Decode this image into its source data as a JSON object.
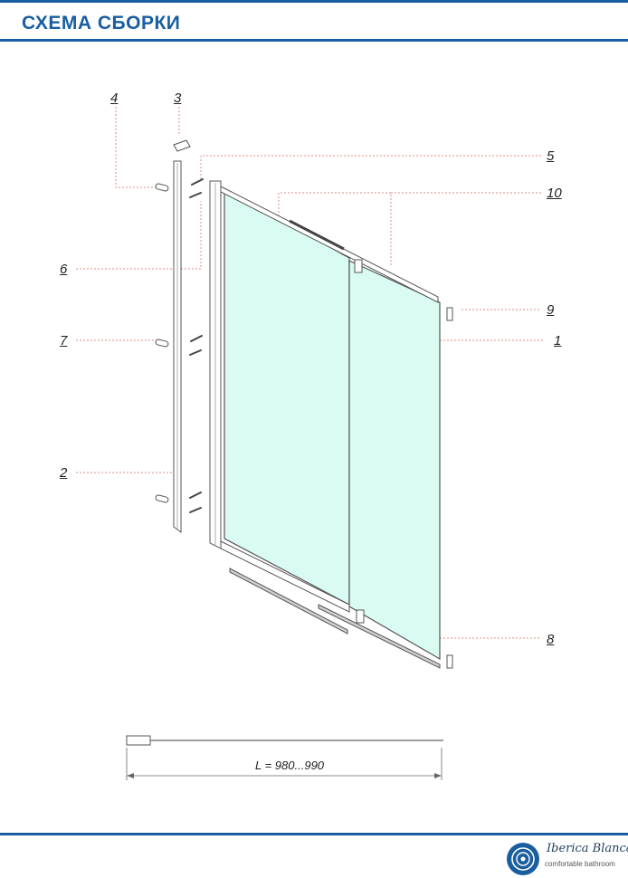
{
  "header": {
    "title": "СХЕМА СБОРКИ"
  },
  "colors": {
    "brand": "#1a5ea0",
    "glass": "#d9fbf2",
    "leader": "#e38a8a",
    "frame": "#555555"
  },
  "callouts": [
    "4",
    "3",
    "5",
    "10",
    "6",
    "9",
    "1",
    "7",
    "2",
    "8"
  ],
  "dimension": {
    "label": "L = 980...990"
  },
  "footer": {
    "brand": "Iberica Blanca",
    "tagline": "comfortable bathroom",
    "logo_icon": "spiral-logo-icon"
  }
}
